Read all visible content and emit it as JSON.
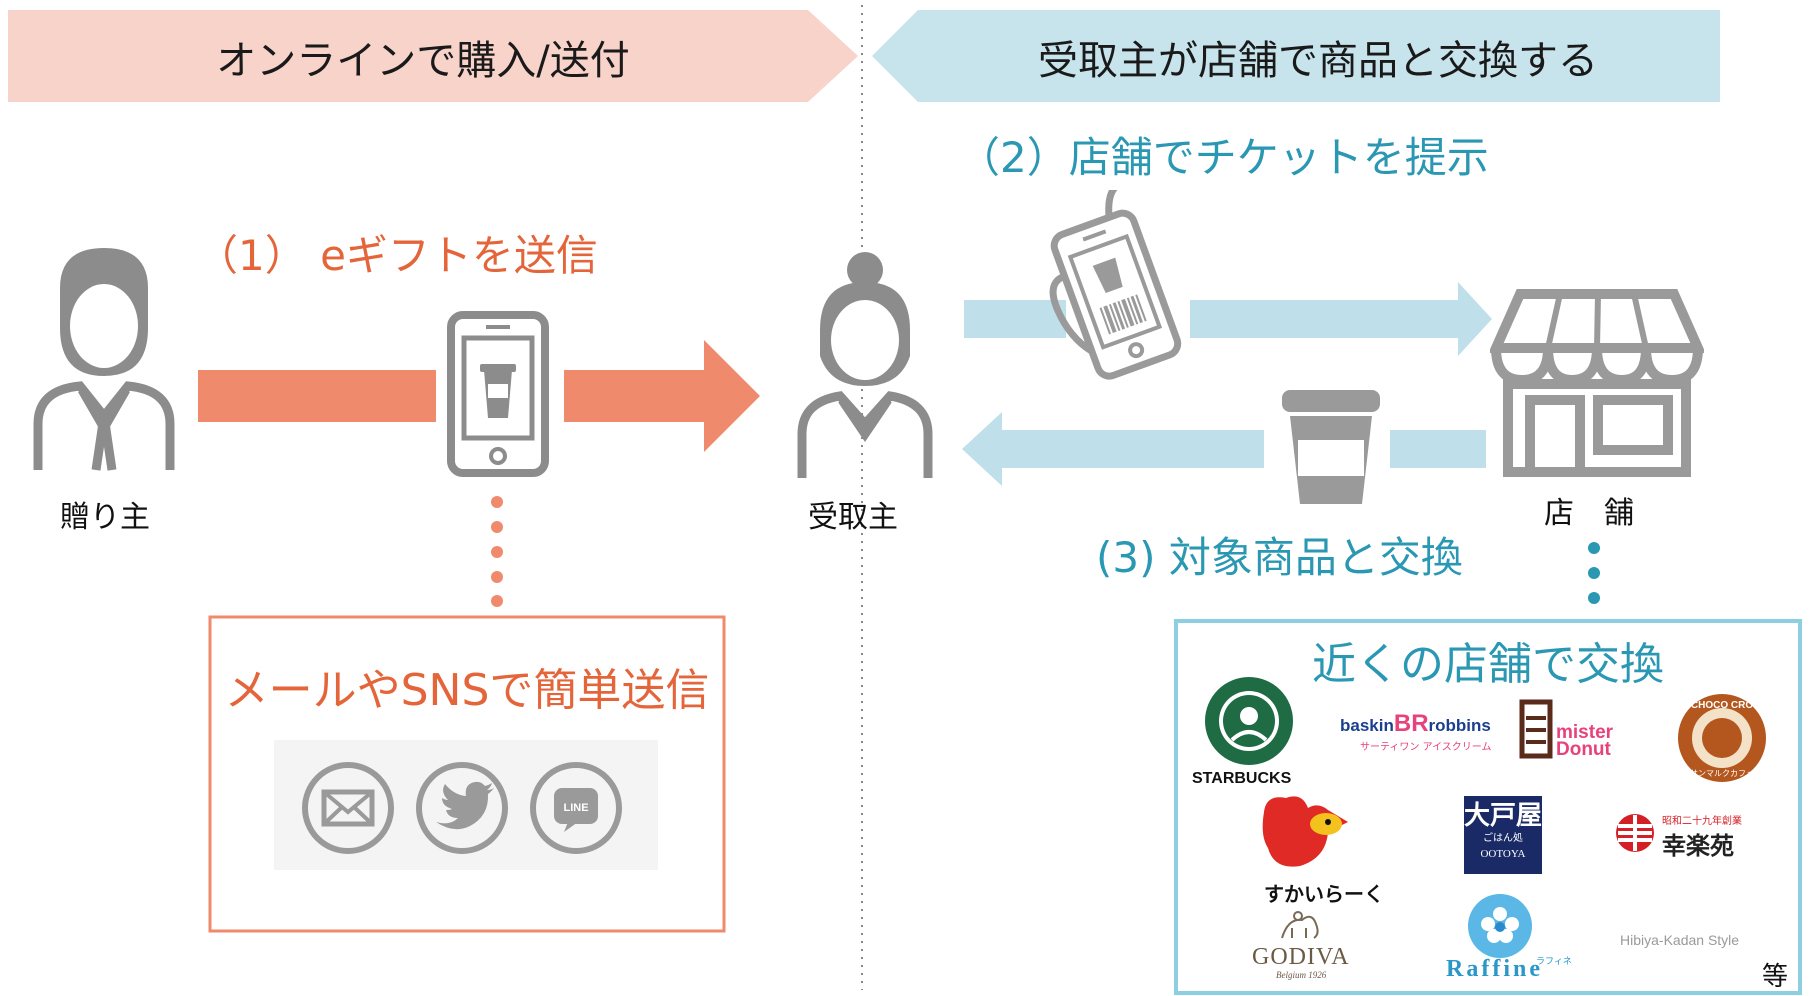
{
  "banners": {
    "left": "オンラインで購入/送付",
    "right": "受取主が店舗で商品と交換する"
  },
  "steps": {
    "step1": "（1）  eギフトを送信",
    "step2": "（2）店舗でチケットを提示",
    "step3": "(3) 対象商品と交換"
  },
  "actors": {
    "sender": "贈り主",
    "receiver": "受取主",
    "store": "店　舗"
  },
  "send_box": {
    "title": "メールやSNSで簡単送信",
    "icons": [
      "mail-icon",
      "twitter-icon",
      "line-icon"
    ],
    "line_label": "LINE"
  },
  "brands_box": {
    "title": "近くの店舗で交換",
    "etc": "等"
  },
  "brands": {
    "starbucks": "STARBUCKS",
    "baskin": "baskin",
    "baskin_br": "BR",
    "baskin_robbins": "robbins",
    "baskin_jp": "サーティワン アイスクリーム",
    "mister": "mister",
    "donut": "Donut",
    "chococro_top": "CHOCO CRO",
    "chococro_bottom": "サンマルクカフェ",
    "sukiya": "すかいらーく",
    "ootoya_kanji": "大戸屋",
    "ootoya_sub": "ごはん処",
    "ootoya_en": "OOTOYA",
    "kourakuen_small": "昭和二十九年創業",
    "kourakuen": "幸楽苑",
    "godiva": "GODIVA",
    "godiva_sub": "Belgium 1926",
    "raffine": "Raffine",
    "raffine_jp": "ラフィネ",
    "hibiya": "Hibiya-Kadan Style"
  },
  "colors": {
    "salmon_banner": "#f8d3c9",
    "blue_banner": "#c7e3ec",
    "salmon_arrow": "#ef8a6d",
    "blue_arrow": "#bfe0ea",
    "icon_gray": "#8c8c8c"
  }
}
